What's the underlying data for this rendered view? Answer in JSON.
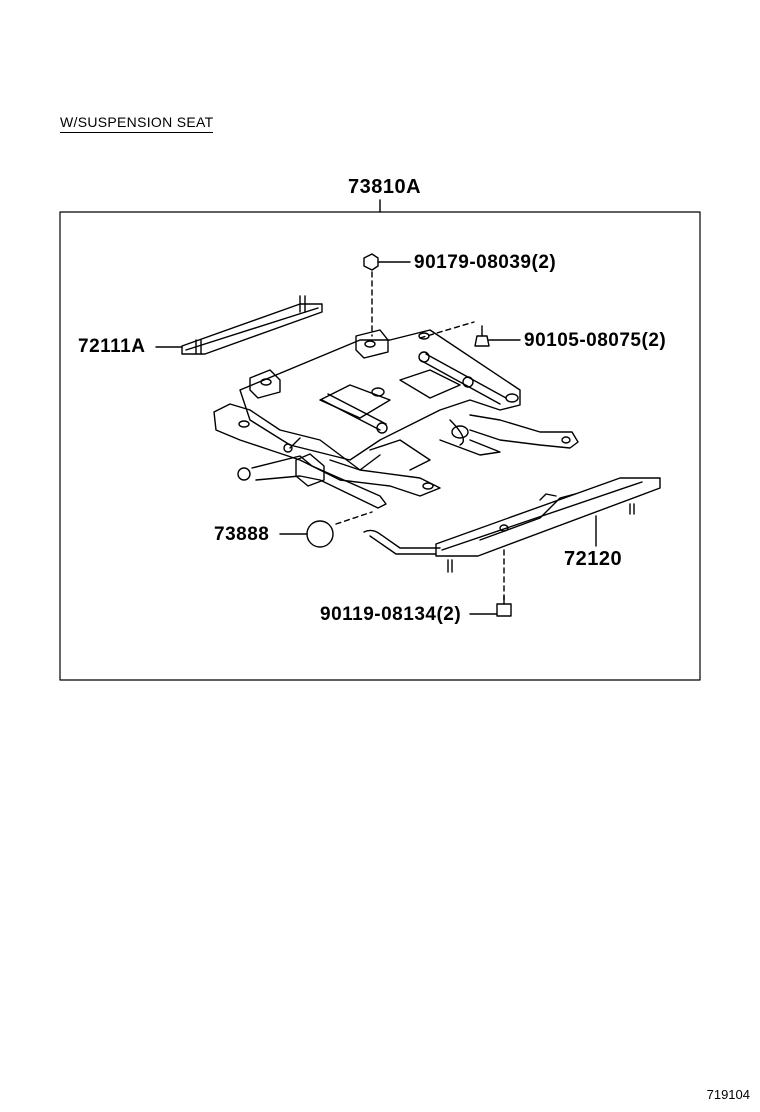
{
  "header": {
    "title": "W/SUSPENSION SEAT"
  },
  "labels": {
    "assembly": "73810A",
    "rail_left": "72111A",
    "bolt_top": "90179-08039(2)",
    "bolt_right": "90105-08075(2)",
    "knob": "73888",
    "rail_right": "72120",
    "bolt_bottom": "90119-08134(2)"
  },
  "footer": {
    "diagram_code": "719104"
  }
}
